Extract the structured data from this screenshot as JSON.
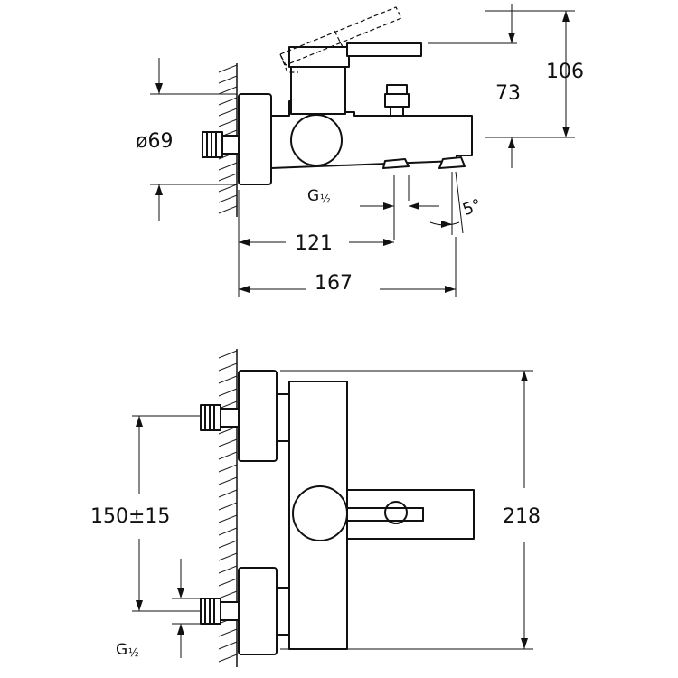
{
  "dimensions": {
    "top_view": {
      "diameter": "ø69",
      "height_total": "106",
      "height_spout": "73",
      "inlet_thread_main": "G",
      "inlet_thread_frac": "½",
      "spout_angle": "5°",
      "length_to_diverter": "121",
      "length_total": "167"
    },
    "front_view": {
      "connection_spacing": "150±15",
      "height_total": "218",
      "inlet_thread_main": "G",
      "inlet_thread_frac": "½"
    }
  },
  "colors": {
    "line": "#111111",
    "background": "#ffffff"
  }
}
